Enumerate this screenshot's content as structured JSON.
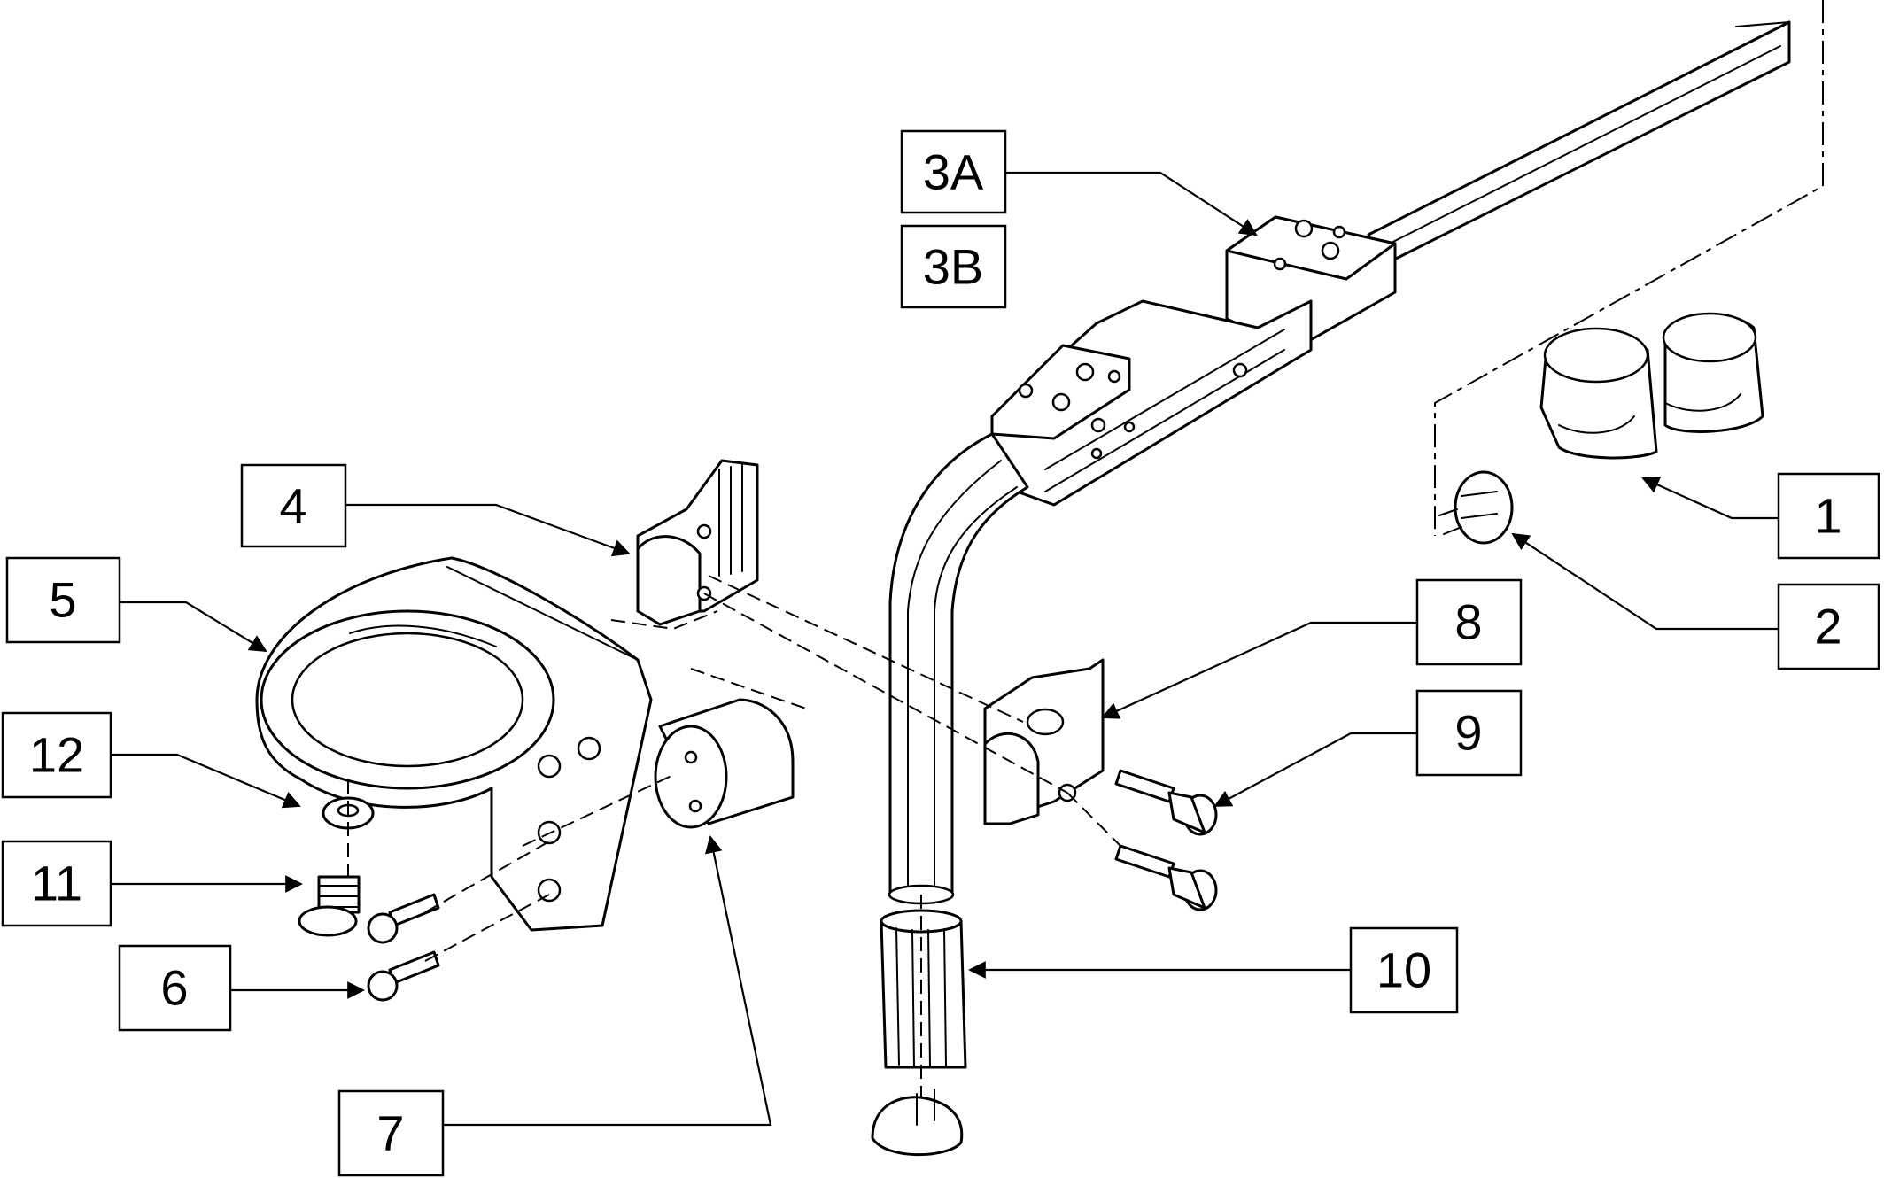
{
  "callouts": [
    {
      "id": "1",
      "label": "1"
    },
    {
      "id": "2",
      "label": "2"
    },
    {
      "id": "3a",
      "label": "3A"
    },
    {
      "id": "3b",
      "label": "3B"
    },
    {
      "id": "4",
      "label": "4"
    },
    {
      "id": "5",
      "label": "5"
    },
    {
      "id": "6",
      "label": "6"
    },
    {
      "id": "7",
      "label": "7"
    },
    {
      "id": "8",
      "label": "8"
    },
    {
      "id": "9",
      "label": "9"
    },
    {
      "id": "10",
      "label": "10"
    },
    {
      "id": "11",
      "label": "11"
    },
    {
      "id": "12",
      "label": "12"
    }
  ]
}
